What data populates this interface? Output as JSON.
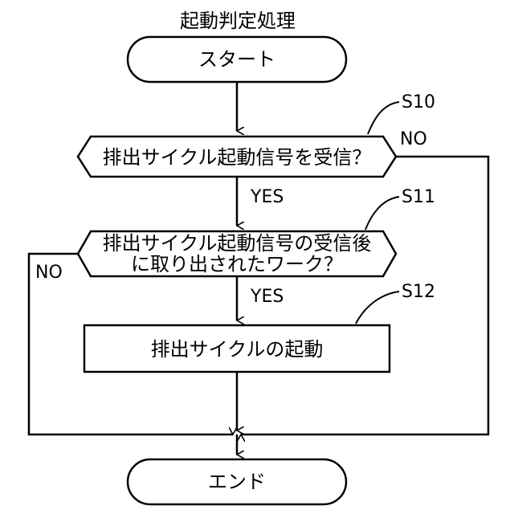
{
  "title": "起動判定処理",
  "nodes": {
    "start": "スタート",
    "s10": "排出サイクル起動信号を受信？",
    "s11_line1": "排出サイクル起動信号の受信後",
    "s11_line2": "に取り出されたワーク？",
    "s12": "排出サイクルの起動",
    "end": "エンド"
  },
  "step_labels": {
    "s10": "S10",
    "s11": "S11",
    "s12": "S12"
  },
  "branch_labels": {
    "s10_yes": "YES",
    "s10_no": "NO",
    "s11_yes": "YES",
    "s11_no": "NO"
  }
}
